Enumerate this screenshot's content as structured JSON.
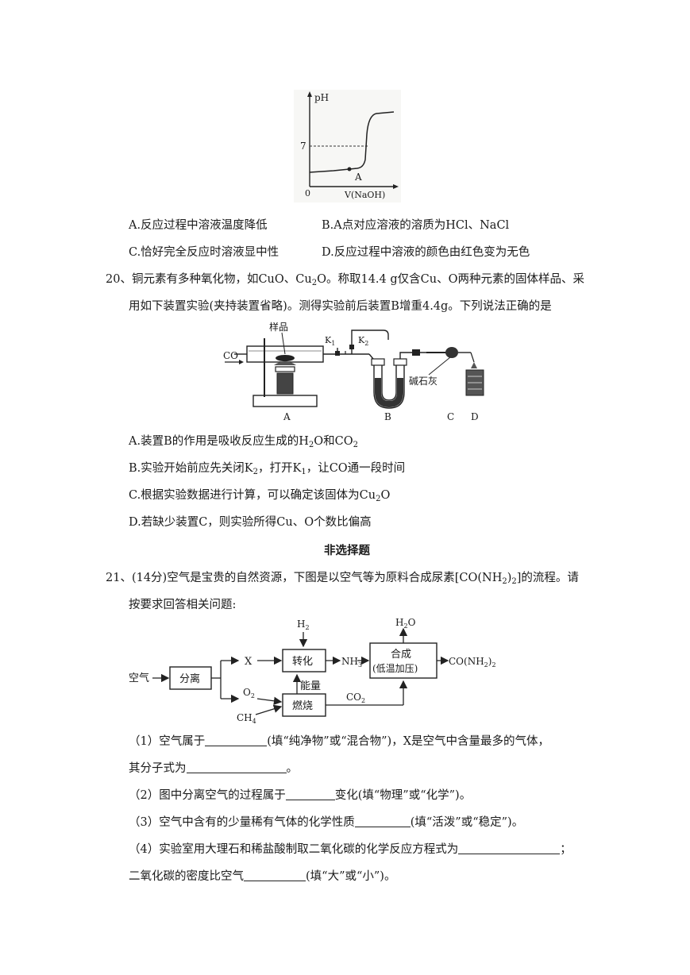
{
  "ph_graph": {
    "y_label": "pH",
    "y_tick": "7",
    "origin": "0",
    "x_label": "V(NaOH)",
    "point_label": "A"
  },
  "q19_options": {
    "A": "A.反应过程中溶液温度降低",
    "B": "B.A点对应溶液的溶质为HCl、NaCl",
    "C": "C.恰好完全反应时溶液显中性",
    "D": "D.反应过程中溶液的颜色由红色变为无色"
  },
  "q20": {
    "stem_part1": "20、铜元素有多种氧化物，如CuO、Cu",
    "stem_sub1": "2",
    "stem_part2": "O。称取14.4 g仅含Cu、O两种元素的固体样品、采",
    "stem_line2": "用如下装置实验(夹持装置省略)。测得实验前后装置B增重4.4g。下列说法正确的是",
    "apparatus": {
      "sample": "样品",
      "co": "CO",
      "k1": "K",
      "k1_sub": "1",
      "k2": "K",
      "k2_sub": "2",
      "soda_lime": "碱石灰",
      "A": "A",
      "B": "B",
      "C": "C",
      "D": "D"
    },
    "optA_part1": "A.装置B的作用是吸收反应生成的H",
    "optA_sub1": "2",
    "optA_part2": "O和CO",
    "optA_sub2": "2",
    "optB_part1": "B.实验开始前应先关闭K",
    "optB_sub1": "2",
    "optB_part2": "，打开K",
    "optB_sub2": "1",
    "optB_part3": "，让CO通一段时间",
    "optC_part1": "C.根据实验数据进行计算，可以确定该固体为Cu",
    "optC_sub1": "2",
    "optC_part2": "O",
    "optD": "D.若缺少装置C，则实验所得Cu、O个数比偏高"
  },
  "section_title": "非选择题",
  "q21": {
    "stem_part1": "21、(14分)空气是宝贵的自然资源，下图是以空气等为原料合成尿素[CO(NH",
    "stem_sub1": "2",
    "stem_part2": ")",
    "stem_sub2": "2",
    "stem_part3": "]的流程。请",
    "stem_line2": "按要求回答相关问题:",
    "flow": {
      "air": "空气",
      "separate": "分离",
      "x": "X",
      "h2": "H",
      "h2_sub": "2",
      "convert": "转化",
      "nh3": "NH",
      "nh3_sub": "3",
      "synth1": "合成",
      "synth2": "(低温加压)",
      "h2o_a": "H",
      "h2o_sub": "2",
      "h2o_b": "O",
      "urea_a": "CO(NH",
      "urea_sub1": "2",
      "urea_b": ")",
      "urea_sub2": "2",
      "o2": "O",
      "o2_sub": "2",
      "ch4": "CH",
      "ch4_sub": "4",
      "energy": "能量",
      "burn": "燃烧",
      "co2": "CO",
      "co2_sub": "2"
    },
    "sub1_part1": "（1）空气属于",
    "sub1_part2": "(填“纯净物”或“混合物”)，X是空气中含量最多的气体，",
    "sub1_line2_part1": "其分子式为",
    "sub1_line2_part2": "。",
    "sub2_part1": "（2）图中分离空气的过程属于",
    "sub2_part2": "变化(填“物理”或“化学”)。",
    "sub3_part1": "（3）空气中含有的少量稀有气体的化学性质",
    "sub3_part2": "(填“活泼”或“稳定”)。",
    "sub4_part1": "（4）实验室用大理石和稀盐酸制取二氧化碳的化学反应方程式为",
    "sub4_part2": "；",
    "sub4_line2_part1": "二氧化碳的密度比空气",
    "sub4_line2_part2": "(填“大”或“小”)。"
  }
}
